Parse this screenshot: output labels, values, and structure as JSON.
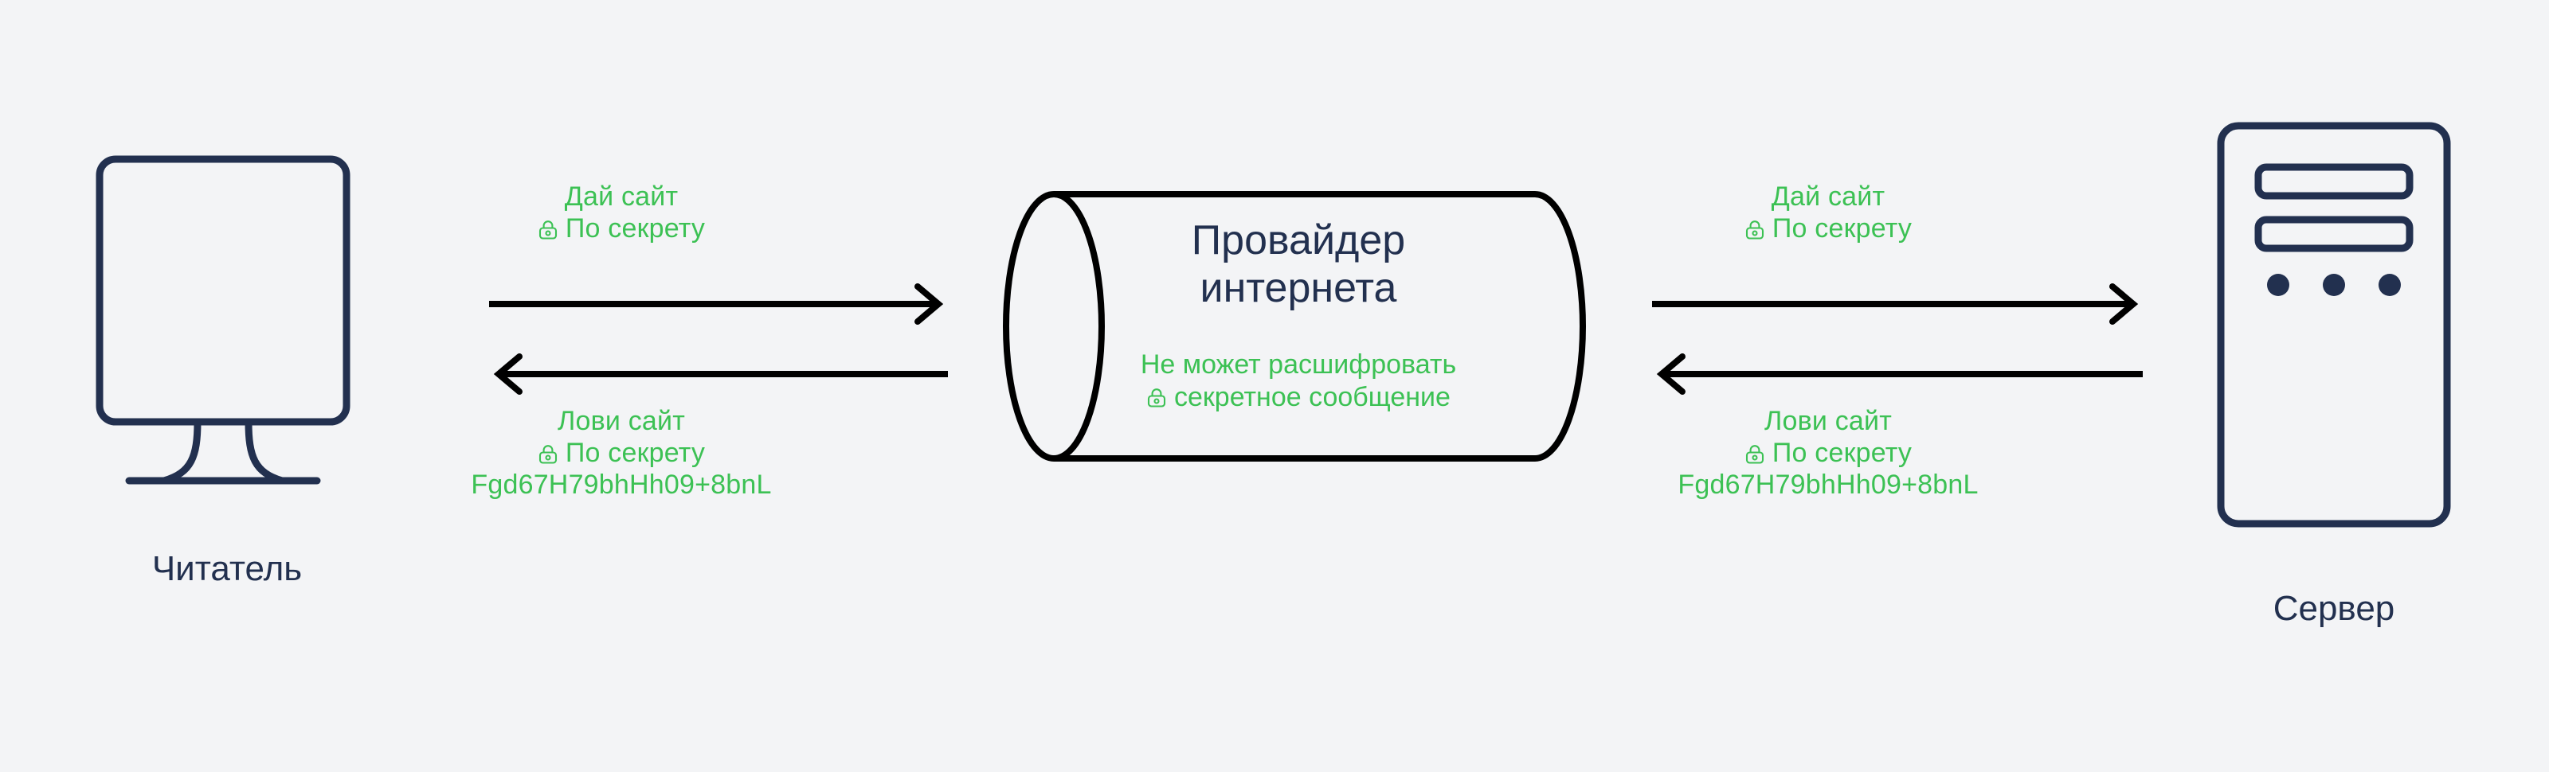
{
  "colors": {
    "background": "#f3f4f6",
    "navy": "#22304f",
    "green": "#3cc154",
    "arrow": "#000000"
  },
  "left_node": {
    "caption": "Читатель",
    "icon": "desktop-monitor-icon"
  },
  "right_node": {
    "caption": "Сервер",
    "icon": "server-tower-icon"
  },
  "middle_node": {
    "icon": "cylinder-pipe-icon",
    "title_line1": "Провайдер",
    "title_line2": "интернета",
    "sub_line1": "Не может расшифровать",
    "sub_line2": "секретное сообщение",
    "sub_lock_icon": "lock-icon"
  },
  "left_channel": {
    "request": {
      "line1": "Дай сайт",
      "line2": "По секрету",
      "lock_icon": "lock-icon",
      "arrow": "arrow-right-icon"
    },
    "response": {
      "line1": "Лови сайт",
      "line2": "По секрету",
      "line3": "Fgd67H79bhHh09+8bnL",
      "lock_icon": "lock-icon",
      "arrow": "arrow-left-icon"
    }
  },
  "right_channel": {
    "request": {
      "line1": "Дай сайт",
      "line2": "По секрету",
      "lock_icon": "lock-icon",
      "arrow": "arrow-right-icon"
    },
    "response": {
      "line1": "Лови сайт",
      "line2": "По секрету",
      "line3": "Fgd67H79bhHh09+8bnL",
      "lock_icon": "lock-icon",
      "arrow": "arrow-left-icon"
    }
  }
}
